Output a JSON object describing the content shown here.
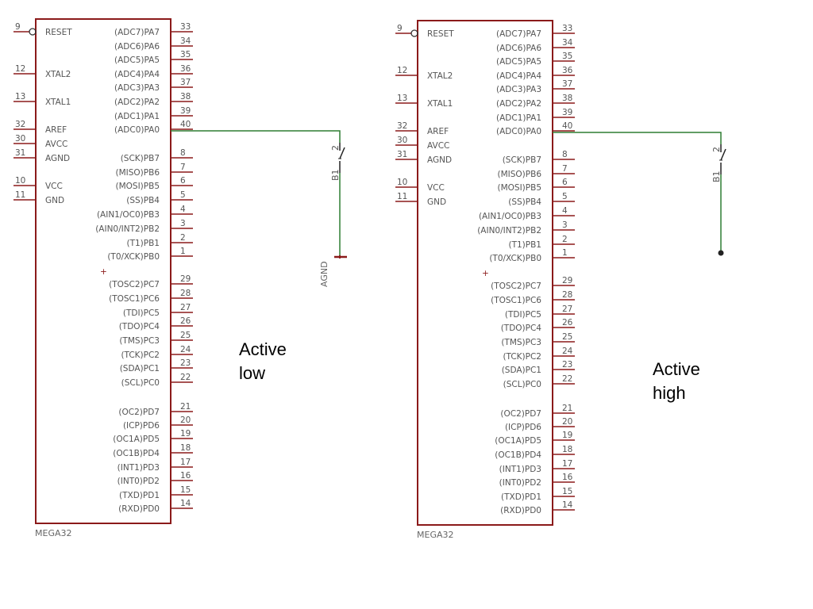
{
  "colors": {
    "outline": "#8b1a1a",
    "pin_line": "#8b1a1a",
    "wire": "#2e7d32",
    "text": "#555555",
    "caption": "#000000"
  },
  "circuits": [
    {
      "chip": {
        "name": "MEGA32",
        "left_pins": [
          {
            "num": "9",
            "label": "RESET",
            "bubble": true
          },
          {
            "num": "12",
            "label": "XTAL2"
          },
          {
            "num": "13",
            "label": "XTAL1"
          },
          {
            "num": "32",
            "label": "AREF"
          },
          {
            "num": "30",
            "label": "AVCC"
          },
          {
            "num": "31",
            "label": "AGND"
          },
          {
            "num": "10",
            "label": "VCC"
          },
          {
            "num": "11",
            "label": "GND"
          }
        ],
        "right_pins": [
          {
            "num": "33",
            "label": "(ADC7)PA7"
          },
          {
            "num": "34",
            "label": "(ADC6)PA6"
          },
          {
            "num": "35",
            "label": "(ADC5)PA5"
          },
          {
            "num": "36",
            "label": "(ADC4)PA4"
          },
          {
            "num": "37",
            "label": "(ADC3)PA3"
          },
          {
            "num": "38",
            "label": "(ADC2)PA2"
          },
          {
            "num": "39",
            "label": "(ADC1)PA1"
          },
          {
            "num": "40",
            "label": "(ADC0)PA0"
          },
          {
            "num": "8",
            "label": "(SCK)PB7"
          },
          {
            "num": "7",
            "label": "(MISO)PB6"
          },
          {
            "num": "6",
            "label": "(MOSI)PB5"
          },
          {
            "num": "5",
            "label": "(SS)PB4"
          },
          {
            "num": "4",
            "label": "(AIN1/OC0)PB3"
          },
          {
            "num": "3",
            "label": "(AIN0/INT2)PB2"
          },
          {
            "num": "2",
            "label": "(T1)PB1"
          },
          {
            "num": "1",
            "label": "(T0/XCK)PB0"
          },
          {
            "num": "29",
            "label": "(TOSC2)PC7"
          },
          {
            "num": "28",
            "label": "(TOSC1)PC6"
          },
          {
            "num": "27",
            "label": "(TDI)PC5"
          },
          {
            "num": "26",
            "label": "(TDO)PC4"
          },
          {
            "num": "25",
            "label": "(TMS)PC3"
          },
          {
            "num": "24",
            "label": "(TCK)PC2"
          },
          {
            "num": "23",
            "label": "(SDA)PC1"
          },
          {
            "num": "22",
            "label": "(SCL)PC0"
          },
          {
            "num": "21",
            "label": "(OC2)PD7"
          },
          {
            "num": "20",
            "label": "(ICP)PD6"
          },
          {
            "num": "19",
            "label": "(OC1A)PD5"
          },
          {
            "num": "18",
            "label": "(OC1B)PD4"
          },
          {
            "num": "17",
            "label": "(INT1)PD3"
          },
          {
            "num": "16",
            "label": "(INT0)PD2"
          },
          {
            "num": "15",
            "label": "(TXD)PD1"
          },
          {
            "num": "14",
            "label": "(RXD)PD0"
          }
        ],
        "plus_mark": "+"
      },
      "switch": {
        "name": "B1",
        "pin": "2"
      },
      "ground_label": "AGND",
      "caption": [
        "Active",
        "low"
      ]
    },
    {
      "chip": {
        "name": "MEGA32",
        "left_pins": [
          {
            "num": "9",
            "label": "RESET",
            "bubble": true
          },
          {
            "num": "12",
            "label": "XTAL2"
          },
          {
            "num": "13",
            "label": "XTAL1"
          },
          {
            "num": "32",
            "label": "AREF"
          },
          {
            "num": "30",
            "label": "AVCC"
          },
          {
            "num": "31",
            "label": "AGND"
          },
          {
            "num": "10",
            "label": "VCC"
          },
          {
            "num": "11",
            "label": "GND"
          }
        ],
        "right_pins": [
          {
            "num": "33",
            "label": "(ADC7)PA7"
          },
          {
            "num": "34",
            "label": "(ADC6)PA6"
          },
          {
            "num": "35",
            "label": "(ADC5)PA5"
          },
          {
            "num": "36",
            "label": "(ADC4)PA4"
          },
          {
            "num": "37",
            "label": "(ADC3)PA3"
          },
          {
            "num": "38",
            "label": "(ADC2)PA2"
          },
          {
            "num": "39",
            "label": "(ADC1)PA1"
          },
          {
            "num": "40",
            "label": "(ADC0)PA0"
          },
          {
            "num": "8",
            "label": "(SCK)PB7"
          },
          {
            "num": "7",
            "label": "(MISO)PB6"
          },
          {
            "num": "6",
            "label": "(MOSI)PB5"
          },
          {
            "num": "5",
            "label": "(SS)PB4"
          },
          {
            "num": "4",
            "label": "(AIN1/OC0)PB3"
          },
          {
            "num": "3",
            "label": "(AIN0/INT2)PB2"
          },
          {
            "num": "2",
            "label": "(T1)PB1"
          },
          {
            "num": "1",
            "label": "(T0/XCK)PB0"
          },
          {
            "num": "29",
            "label": "(TOSC2)PC7"
          },
          {
            "num": "28",
            "label": "(TOSC1)PC6"
          },
          {
            "num": "27",
            "label": "(TDI)PC5"
          },
          {
            "num": "26",
            "label": "(TDO)PC4"
          },
          {
            "num": "25",
            "label": "(TMS)PC3"
          },
          {
            "num": "24",
            "label": "(TCK)PC2"
          },
          {
            "num": "23",
            "label": "(SDA)PC1"
          },
          {
            "num": "22",
            "label": "(SCL)PC0"
          },
          {
            "num": "21",
            "label": "(OC2)PD7"
          },
          {
            "num": "20",
            "label": "(ICP)PD6"
          },
          {
            "num": "19",
            "label": "(OC1A)PD5"
          },
          {
            "num": "18",
            "label": "(OC1B)PD4"
          },
          {
            "num": "17",
            "label": "(INT1)PD3"
          },
          {
            "num": "16",
            "label": "(INT0)PD2"
          },
          {
            "num": "15",
            "label": "(TXD)PD1"
          },
          {
            "num": "14",
            "label": "(RXD)PD0"
          }
        ],
        "plus_mark": "+"
      },
      "switch": {
        "name": "B1",
        "pin": "2"
      },
      "caption": [
        "Active",
        "high"
      ]
    }
  ]
}
